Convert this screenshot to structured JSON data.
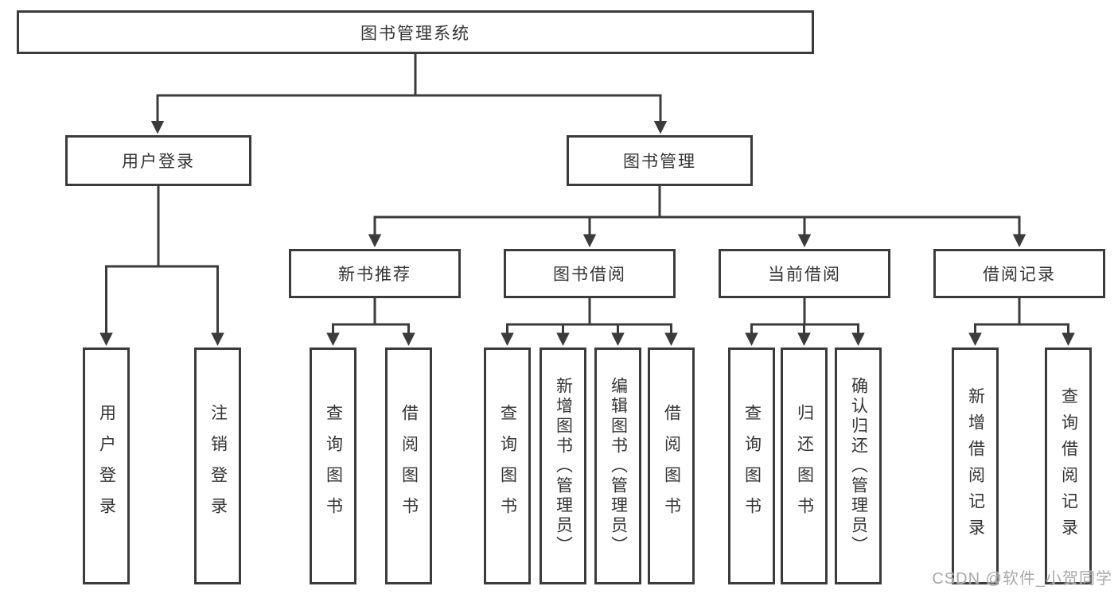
{
  "diagram_title": "图书管理系统",
  "colors": {
    "line": "#3b3b3b",
    "box_border": "#3b3b3b",
    "text": "#333333",
    "watermark": "#a8a8a8",
    "background": "#ffffff"
  },
  "tree": {
    "root": {
      "label": "图书管理系统",
      "children": [
        {
          "label": "用户登录",
          "children": [
            {
              "label": "用户登录"
            },
            {
              "label": "注销登录"
            }
          ]
        },
        {
          "label": "图书管理",
          "children": [
            {
              "label": "新书推荐",
              "children": [
                {
                  "label": "查询图书"
                },
                {
                  "label": "借阅图书"
                }
              ]
            },
            {
              "label": "图书借阅",
              "children": [
                {
                  "label": "查询图书"
                },
                {
                  "label": "新增图书（管理员）"
                },
                {
                  "label": "编辑图书（管理员）"
                },
                {
                  "label": "借阅图书"
                }
              ]
            },
            {
              "label": "当前借阅",
              "children": [
                {
                  "label": "查询图书"
                },
                {
                  "label": "归还图书"
                },
                {
                  "label": "确认归还（管理员）"
                }
              ]
            },
            {
              "label": "借阅记录",
              "children": [
                {
                  "label": "新增借阅记录"
                },
                {
                  "label": "查询借阅记录"
                }
              ]
            }
          ]
        }
      ]
    }
  },
  "watermark": {
    "text": "CSDN @软件_小贺同学"
  }
}
